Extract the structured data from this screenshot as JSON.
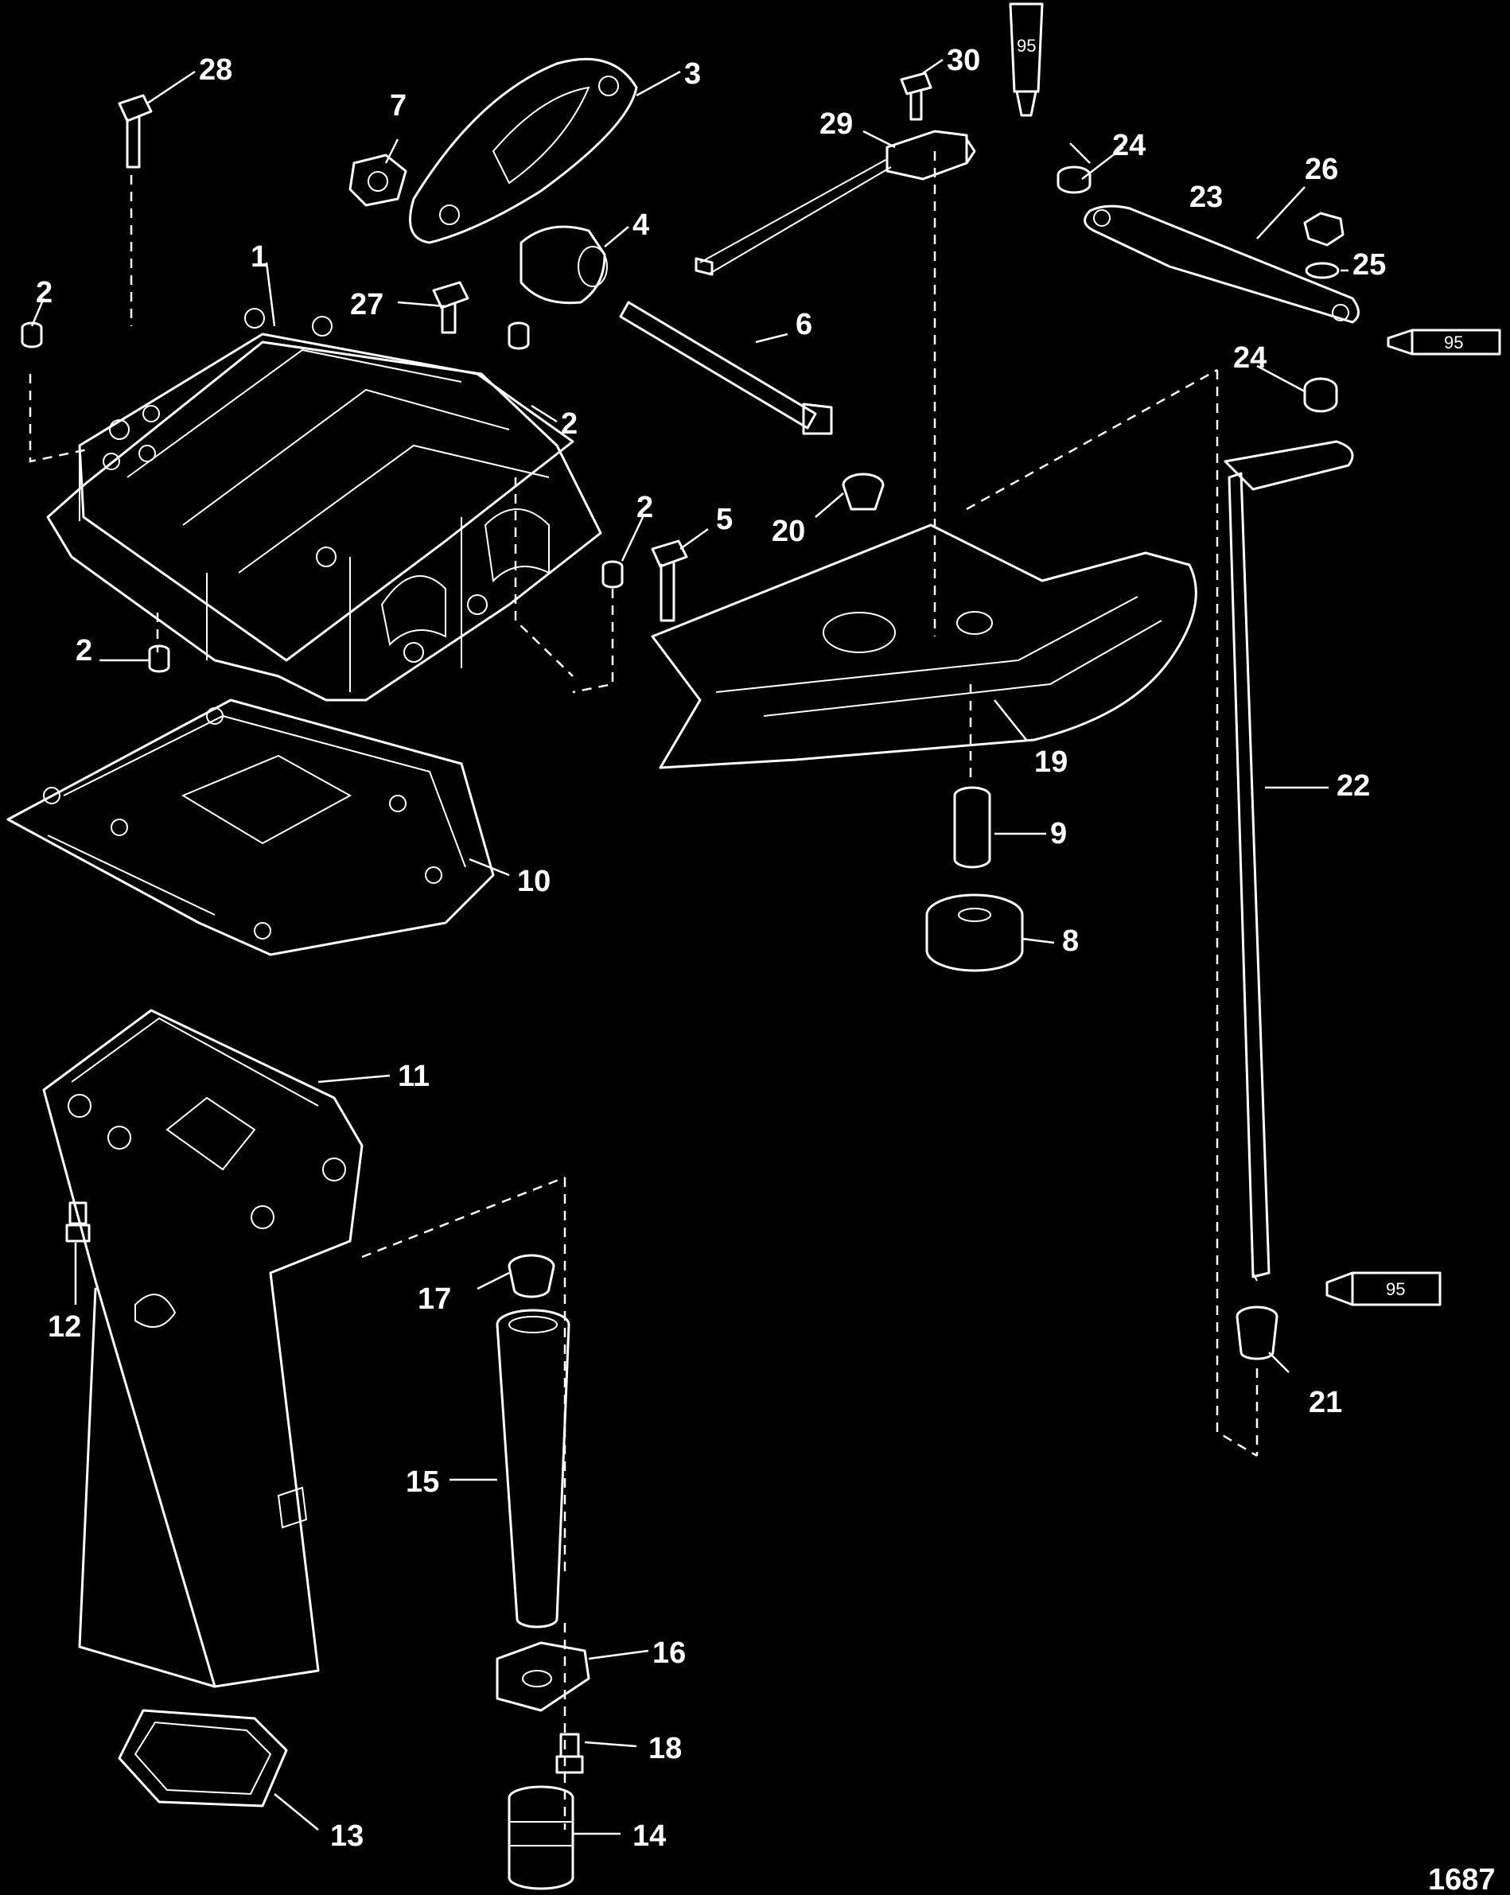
{
  "figure_number": "1687",
  "sealant_label": "95",
  "callouts": [
    "28",
    "7",
    "3",
    "30",
    "29",
    "24",
    "26",
    "23",
    "25",
    "1",
    "4",
    "2",
    "27",
    "6",
    "24",
    "2",
    "2",
    "5",
    "20",
    "19",
    "22",
    "2",
    "9",
    "8",
    "10",
    "11",
    "12",
    "17",
    "21",
    "15",
    "16",
    "18",
    "13",
    "14"
  ]
}
